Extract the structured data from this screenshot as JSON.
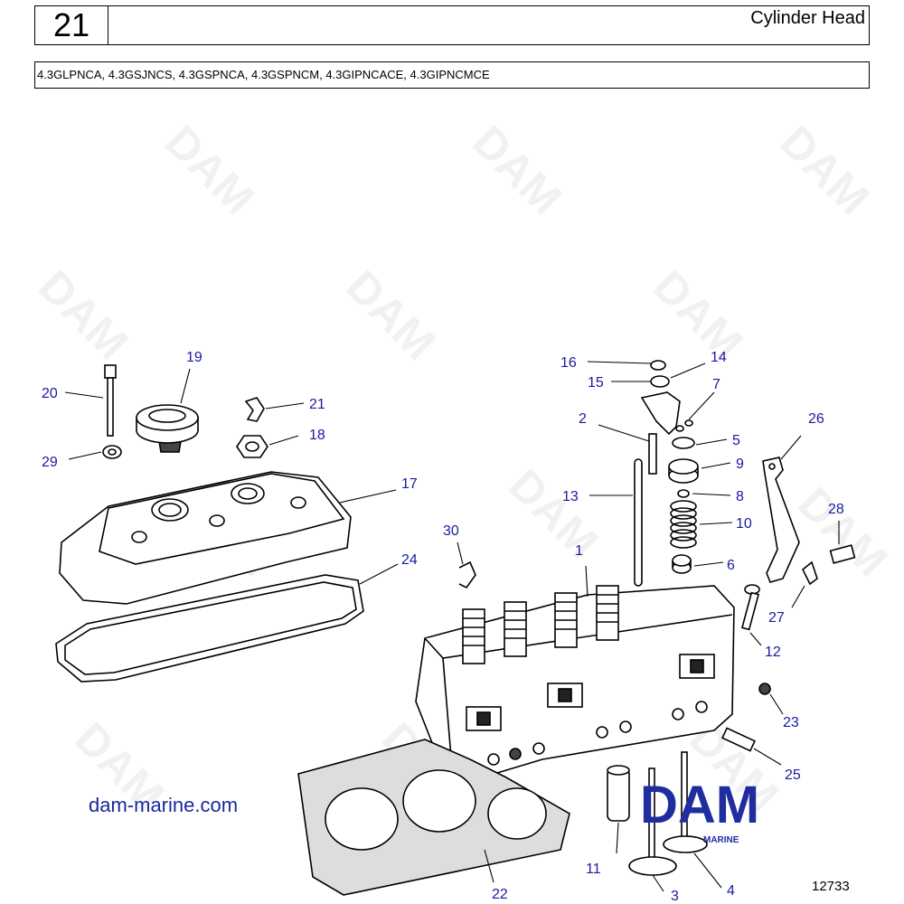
{
  "header": {
    "page_number": "21",
    "title": "Cylinder Head",
    "models": "4.3GLPNCA, 4.3GSJNCS, 4.3GSPNCA, 4.3GSPNCM, 4.3GIPNCACE, 4.3GIPNCMCE"
  },
  "callouts": [
    "1",
    "2",
    "3",
    "4",
    "5",
    "6",
    "7",
    "8",
    "9",
    "10",
    "11",
    "12",
    "13",
    "14",
    "15",
    "16",
    "17",
    "18",
    "19",
    "20",
    "21",
    "22",
    "23",
    "24",
    "25",
    "26",
    "27",
    "28",
    "29",
    "30"
  ],
  "brand": {
    "url": "dam-marine.com",
    "logo_text": "DAM",
    "logo_sub": "MARINE",
    "logo_color": "#1f2d9e"
  },
  "watermark_text": "DAM",
  "reference_number": "12733",
  "colors": {
    "callout": "#1a1aa0",
    "line": "#000000"
  }
}
